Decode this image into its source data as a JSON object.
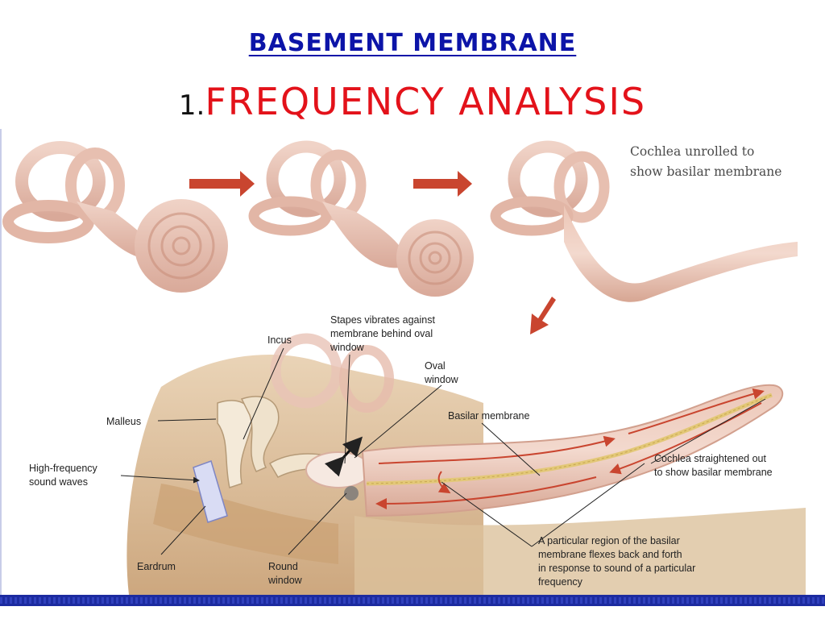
{
  "slide": {
    "heading": "BASEMENT MEMBRANE",
    "subheading_number": "1.",
    "subheading_text": "FREQUENCY ANALYSIS"
  },
  "figure": {
    "caption": [
      "Cochlea unrolled to",
      "show basilar membrane"
    ],
    "labels": {
      "incus": "Incus",
      "malleus": "Malleus",
      "high_frequency": [
        "High-frequency",
        "sound waves"
      ],
      "eardrum": "Eardrum",
      "round_window": [
        "Round",
        "window"
      ],
      "stapes": [
        "Stapes vibrates against",
        "membrane behind oval",
        "window"
      ],
      "oval_window": [
        "Oval",
        "window"
      ],
      "basilar_membrane": "Basilar membrane",
      "cochlea_straightened": [
        "Cochlea straightened out",
        "to show basilar membrane"
      ],
      "particular_region": [
        "A particular region of the basilar",
        "membrane flexes back and forth",
        "in response to sound of a particular",
        "frequency"
      ]
    },
    "colors": {
      "heading": "#0c14a8",
      "subheading": "#e3121a",
      "cochlea_pink": "#e9c3b6",
      "arrow_red": "#c9452f",
      "membrane_yellow": "#e3c878",
      "bone_tan": "#cfa877"
    }
  }
}
